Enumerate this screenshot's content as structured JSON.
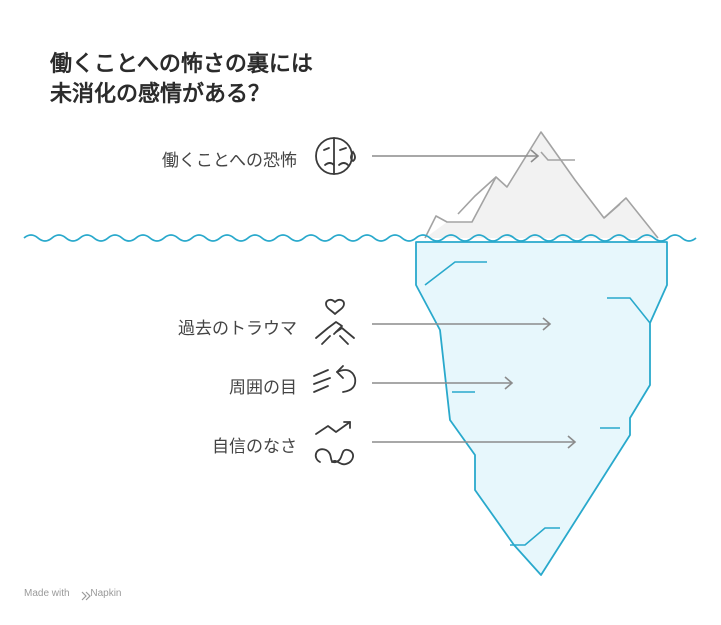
{
  "title": {
    "line1": "働くことへの怖さの裏には",
    "line2": "未消化の感情がある？"
  },
  "layers": [
    {
      "label": "働くことへの恐怖",
      "icon": "sad-face-icon",
      "zone": "above-water"
    },
    {
      "label": "過去のトラウマ",
      "icon": "heart-hands-icon",
      "zone": "below-water"
    },
    {
      "label": "周囲の目",
      "icon": "wind-gust-icon",
      "zone": "below-water"
    },
    {
      "label": "自信のなさ",
      "icon": "tangled-arrow-icon",
      "zone": "below-water"
    }
  ],
  "colors": {
    "iceberg_above": "#f2f2f2",
    "iceberg_below": "#e7f7fc",
    "water_line": "#29a9cc",
    "connector": "#8c8c8c"
  },
  "footer": {
    "made_with": "Made with",
    "brand": "Napkin"
  }
}
